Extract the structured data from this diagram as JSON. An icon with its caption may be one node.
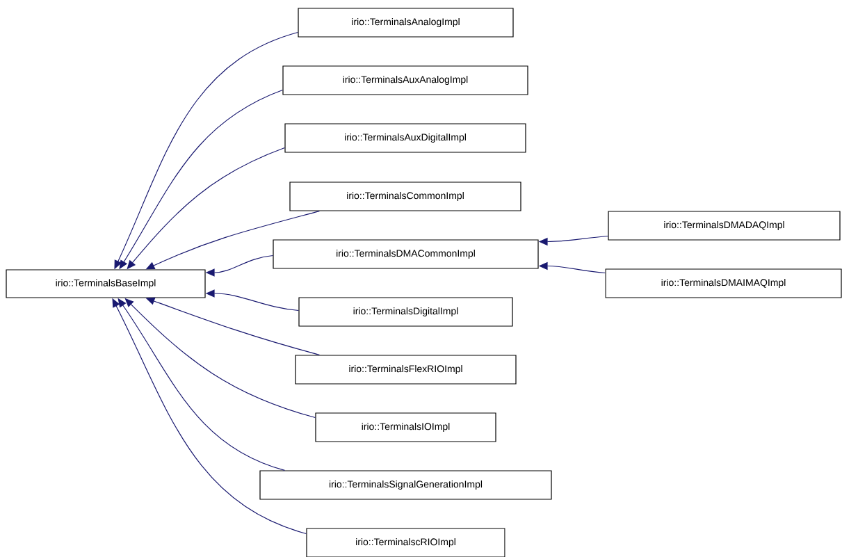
{
  "diagram": {
    "nodes": [
      {
        "text": [
          "irio::TerminalsBaseImpl"
        ]
      },
      {
        "text": [
          "irio::TerminalsAnalogImpl"
        ]
      },
      {
        "text": [
          "irio::TerminalsAuxAnalogImpl"
        ]
      },
      {
        "text": [
          "irio::TerminalsAuxDigitalImpl"
        ]
      },
      {
        "text": [
          "irio::TerminalsCommonImpl"
        ]
      },
      {
        "text": [
          "irio::TerminalsDMACommonImpl"
        ]
      },
      {
        "text": [
          "irio::TerminalsDMADAQImpl"
        ]
      },
      {
        "text": [
          "irio::TerminalsDMAIMAQImpl"
        ]
      },
      {
        "text": [
          "irio::TerminalsDigitalImpl"
        ]
      },
      {
        "text": [
          "irio::TerminalsFlexRIOImpl"
        ]
      },
      {
        "text": [
          "irio::TerminalsIOImpl"
        ]
      },
      {
        "text": [
          "irio::TerminalsSignalGenerationImpl"
        ]
      },
      {
        "text": [
          "irio::TerminalscRIOImpl"
        ]
      }
    ],
    "edges": [
      {
        "from": 1,
        "to": 0,
        "arrow": "to"
      },
      {
        "from": 2,
        "to": 0,
        "arrow": "to"
      },
      {
        "from": 3,
        "to": 0,
        "arrow": "to"
      },
      {
        "from": 4,
        "to": 0,
        "arrow": "to"
      },
      {
        "from": 5,
        "to": 0,
        "arrow": "to"
      },
      {
        "from": 6,
        "to": 5,
        "arrow": "to"
      },
      {
        "from": 7,
        "to": 5,
        "arrow": "to"
      },
      {
        "from": 8,
        "to": 0,
        "arrow": "to"
      },
      {
        "from": 9,
        "to": 0,
        "arrow": "to"
      },
      {
        "from": 10,
        "to": 0,
        "arrow": "to"
      },
      {
        "from": 11,
        "to": 0,
        "arrow": "to"
      },
      {
        "from": 12,
        "to": 0,
        "arrow": "to"
      }
    ]
  }
}
